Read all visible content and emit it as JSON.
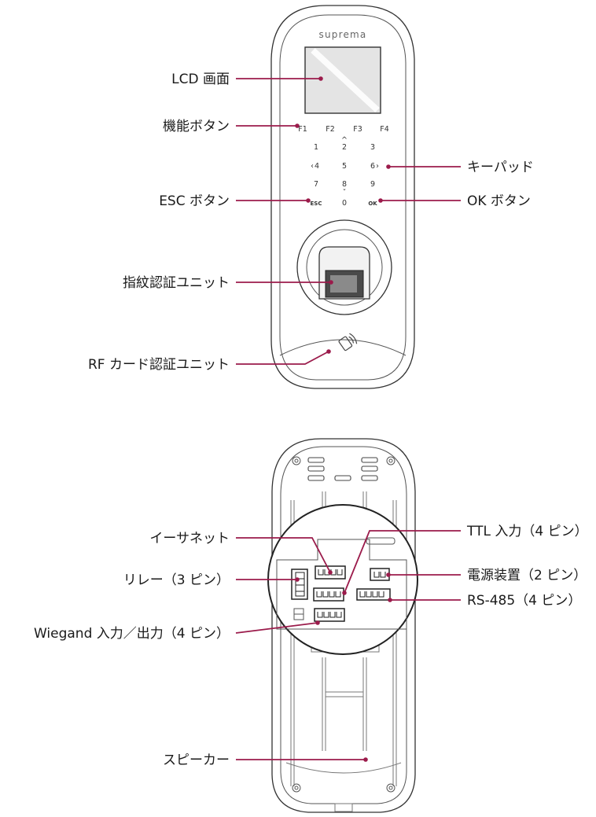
{
  "brand": "suprema",
  "keypad": {
    "function_keys": [
      "F1",
      "F2",
      "F3",
      "F4"
    ],
    "rows": [
      [
        "1",
        "2",
        "3"
      ],
      [
        "4",
        "5",
        "6"
      ],
      [
        "7",
        "8",
        "9"
      ],
      [
        "ESC",
        "0",
        "OK"
      ]
    ],
    "arrow_up": "^",
    "arrow_down": "ˇ",
    "arrow_left": "‹",
    "arrow_right": "›"
  },
  "front_labels": {
    "lcd": "LCD 画面",
    "function_buttons": "機能ボタン",
    "keypad": "キーパッド",
    "esc_button": "ESC ボタン",
    "ok_button": "OK ボタン",
    "fingerprint": "指紋認証ユニット",
    "rf_card": "RF カード認証ユニット"
  },
  "rear_labels": {
    "ethernet": "イーサネット",
    "relay": "リレー（3 ピン）",
    "wiegand": "Wiegand 入力／出力（4 ピン）",
    "ttl": "TTL 入力（4 ピン）",
    "power": "電源装置（2 ピン）",
    "rs485": "RS-485（4 ピン）",
    "speaker": "スピーカー"
  },
  "colors": {
    "accent": "#9b1b4b",
    "outline": "#333333",
    "lcd_fill": "#e4e4e4"
  }
}
